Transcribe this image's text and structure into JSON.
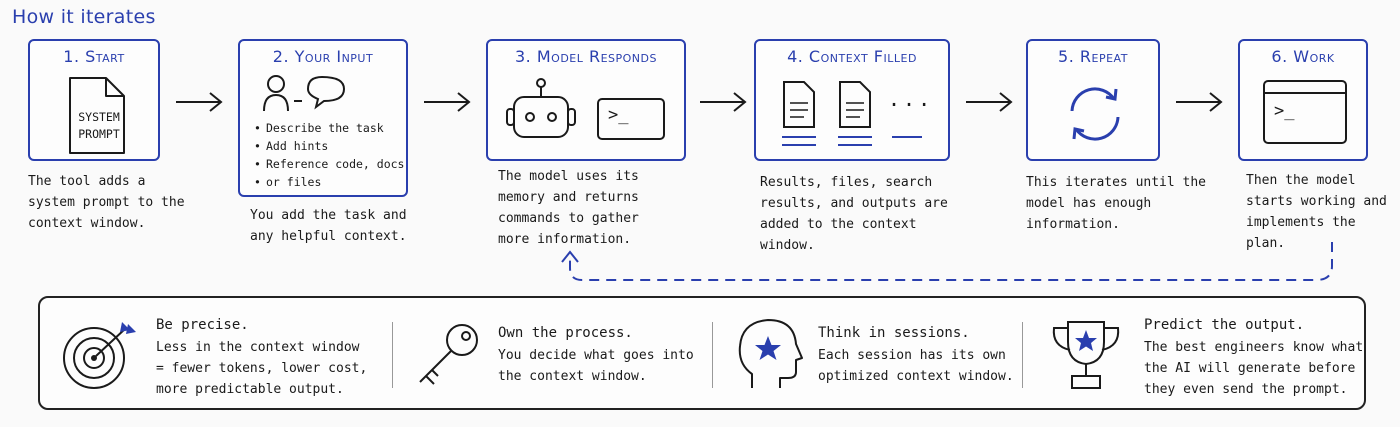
{
  "header": {
    "title": "How it iterates"
  },
  "steps": [
    {
      "title": "1. Start",
      "icon": "document-icon",
      "doc_text": "SYSTEM\nPROMPT",
      "desc": "The tool adds a\nsystem prompt to the\ncontext window."
    },
    {
      "title": "2. Your Input",
      "icon": "user-chat-icon",
      "hints": [
        "Describe the task",
        "Add hints",
        "Reference code, docs",
        "or files"
      ],
      "desc": "You add the task and\nany helpful context."
    },
    {
      "title": "3. Model Responds",
      "icon": "robot-terminal-icon",
      "terminal_prompt": ">_",
      "desc": "The model uses its\nmemory and returns\ncommands to gather\nmore information."
    },
    {
      "title": "4. Context Filled",
      "icon": "documents-icon",
      "ellipsis": "...",
      "desc": "Results, files, search\nresults, and outputs are\nadded to the context\nwindow."
    },
    {
      "title": "5. Repeat",
      "icon": "cycle-icon",
      "desc": "This iterates until the\nmodel has enough\ninformation."
    },
    {
      "title": "6. Work",
      "icon": "terminal-window-icon",
      "terminal_prompt": ">_",
      "desc": "Then the model\nstarts working and\nimplements the plan."
    }
  ],
  "tips": [
    {
      "icon": "target-icon",
      "title": "Be precise.",
      "body": "Less in the context window\n= fewer tokens, lower cost,\nmore predictable output."
    },
    {
      "icon": "key-icon",
      "title": "Own the process.",
      "body": "You decide what goes into\nthe context window."
    },
    {
      "icon": "head-star-icon",
      "title": "Think in sessions.",
      "body": "Each session has its own\noptimized context window."
    },
    {
      "icon": "trophy-icon",
      "title": "Predict the output.",
      "body": "The best engineers know what\nthe AI will generate before\nthey even send the prompt."
    }
  ],
  "colors": {
    "accent": "#2a3fae",
    "ink": "#1a1a1a",
    "border": "#222222"
  }
}
